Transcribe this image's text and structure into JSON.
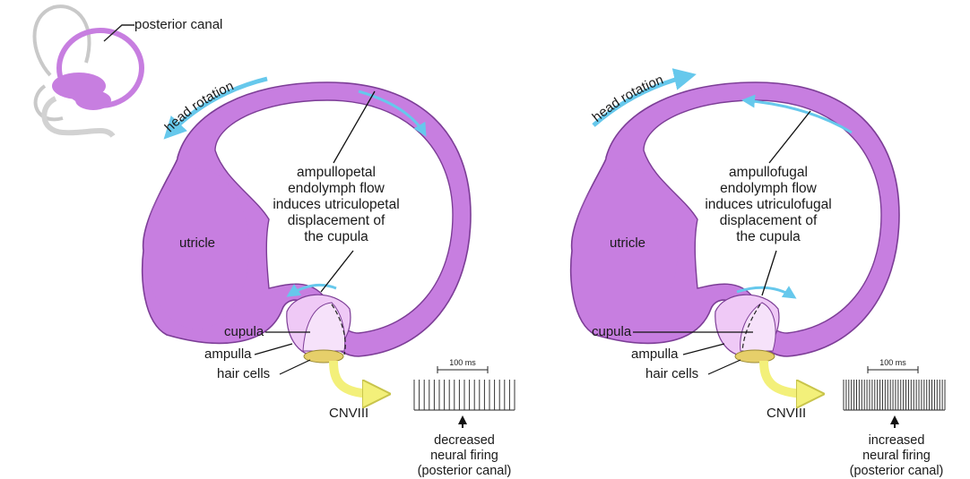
{
  "inset": {
    "label": "posterior canal"
  },
  "panels": [
    {
      "id": "left",
      "head_rotation": "head rotation",
      "utricle": "utricle",
      "description": [
        "ampullopetal",
        "endolymph flow",
        "induces utriculopetal",
        "displacement of",
        "the cupula"
      ],
      "cupula": "cupula",
      "ampulla": "ampulla",
      "hair_cells": "hair cells",
      "nerve": "CNVIII",
      "scale": "100 ms",
      "firing": [
        "decreased",
        "neural firing",
        "(posterior canal)"
      ],
      "spike_count": 21
    },
    {
      "id": "right",
      "head_rotation": "head rotation",
      "utricle": "utricle",
      "description": [
        "ampullofugal",
        "endolymph flow",
        "induces utriculofugal",
        "displacement of",
        "the cupula"
      ],
      "cupula": "cupula",
      "ampulla": "ampulla",
      "hair_cells": "hair cells",
      "nerve": "CNVIII",
      "scale": "100 ms",
      "firing": [
        "increased",
        "neural firing",
        "(posterior canal)"
      ],
      "spike_count": 40
    }
  ],
  "colors": {
    "canal": "#c77ee0",
    "canal_edge": "#7c3d96",
    "canal_light": "#efc9f6",
    "arrow_blue": "#66c8ec",
    "nerve_yellow": "#f3f07a",
    "hair_yellow": "#e6cf6a"
  }
}
